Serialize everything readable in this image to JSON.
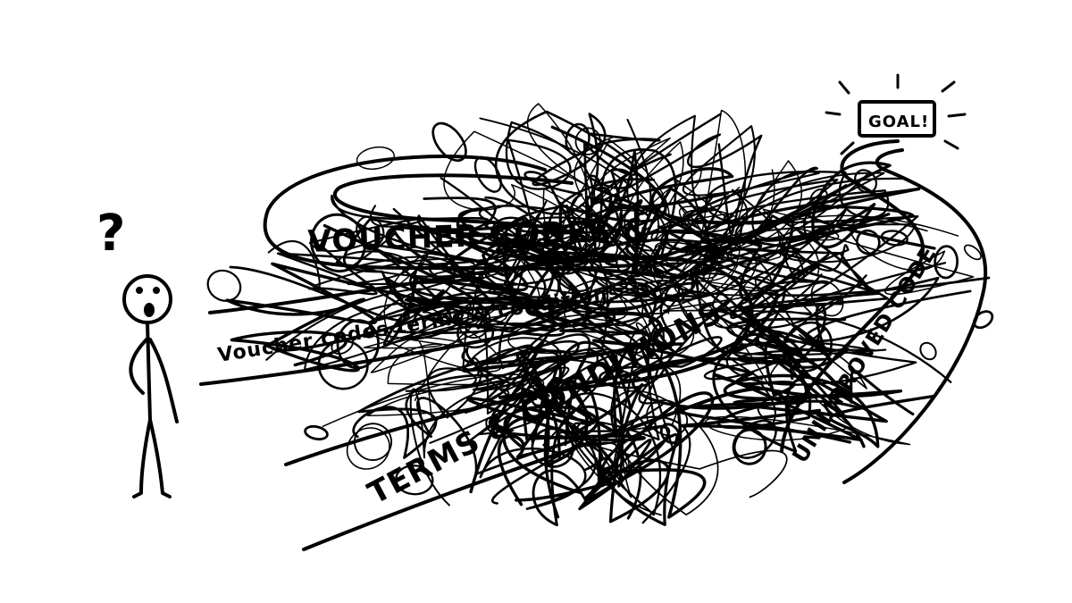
{
  "labels": {
    "question_mark": "?",
    "road_top": "VOUCHER CODES &",
    "road_middle": "Voucher codes terms & conditions",
    "road_lower": "TERMS & CONDITIONS",
    "road_right": "UNIMPROVED CODE",
    "goal_sign": "GOAL!"
  },
  "colors": {
    "ink": "#000000",
    "paper": "#ffffff"
  }
}
